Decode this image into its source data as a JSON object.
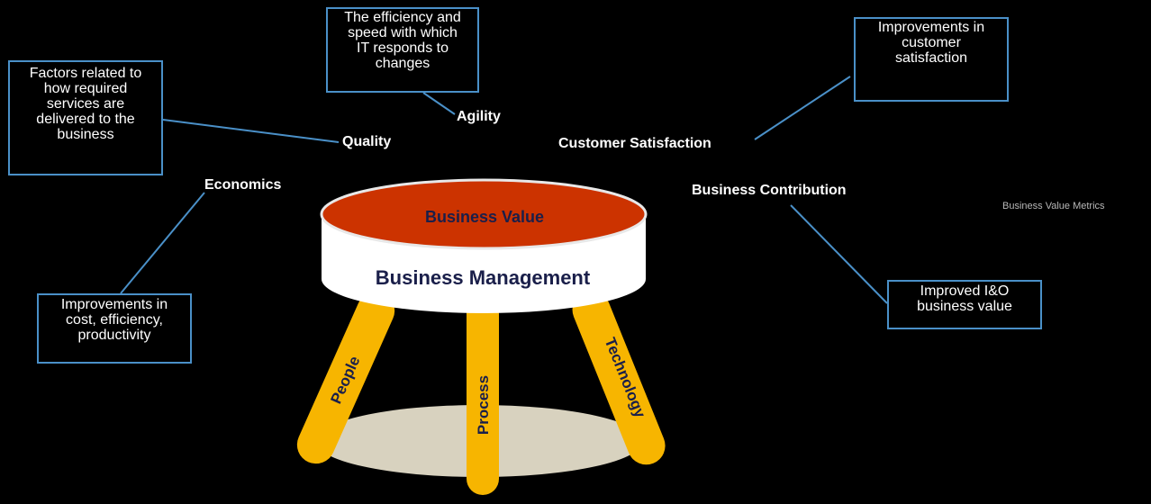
{
  "colors": {
    "background": "#000000",
    "callout_border": "#4a90c8",
    "connector": "#4a90c8",
    "seat_top": "#cc3300",
    "seat_band": "#ffffff",
    "legs": "#f7b500",
    "shadow": "#d8d2bf",
    "stool_text": "#1a1f4a"
  },
  "stool": {
    "top_label": "Business Value",
    "band_label": "Business Management",
    "legs": [
      "People",
      "Process",
      "Technology"
    ]
  },
  "metrics": {
    "agility": "Agility",
    "quality": "Quality",
    "economics": "Economics",
    "customer_satisfaction": "Customer Satisfaction",
    "business_contribution": "Business Contribution"
  },
  "callouts": {
    "agility": "The efficiency and\nspeed with which\nIT responds to\nchanges",
    "quality": "Factors related to\nhow required\nservices are\ndelivered to the\nbusiness",
    "economics": "Improvements in\ncost, efficiency,\nproductivity",
    "customer_satisfaction": "Improvements in\ncustomer\nsatisfaction",
    "business_contribution": "Improved I&O\nbusiness value"
  },
  "side_note": "Business Value Metrics"
}
